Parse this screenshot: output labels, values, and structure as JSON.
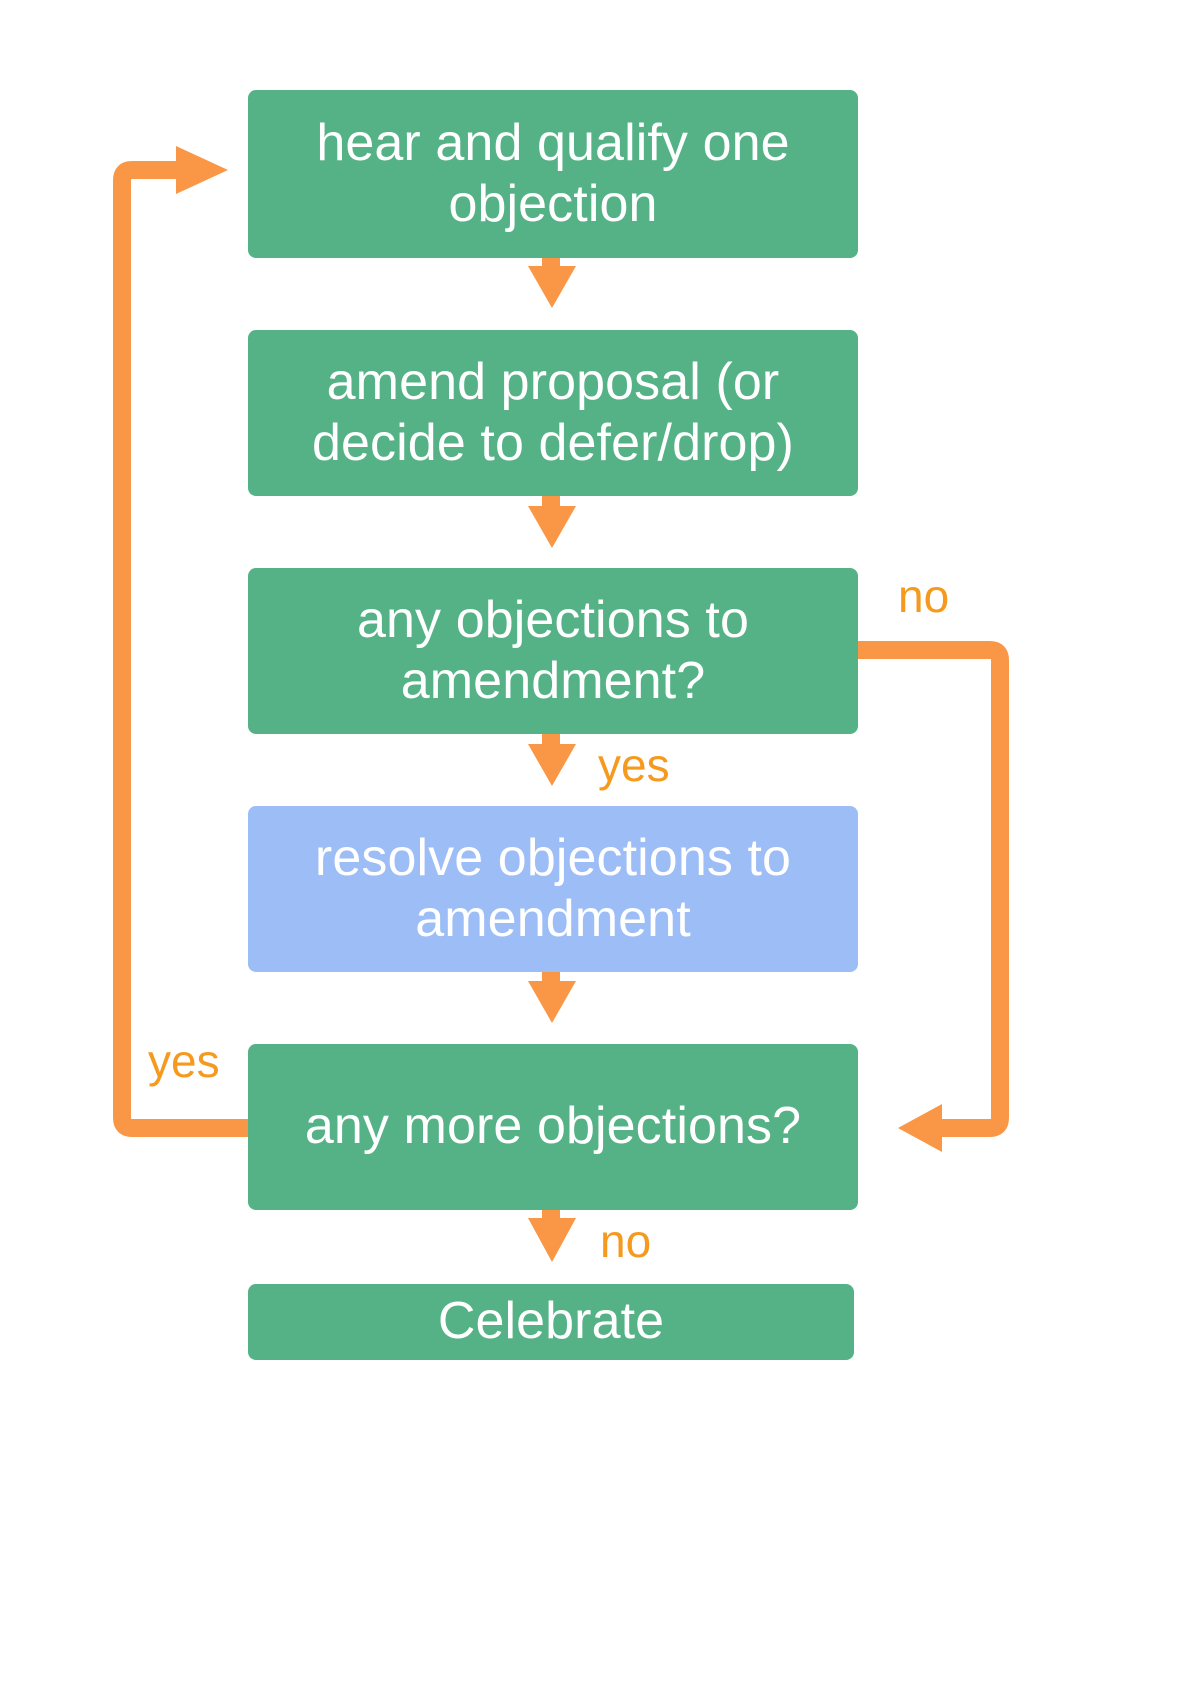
{
  "diagram": {
    "title": "objection resolution flowchart",
    "colors": {
      "node_green": "#55b286",
      "node_blue": "#9cbdf5",
      "connector": "#f99746",
      "label_text": "#f59a1e",
      "node_text": "#ffffff",
      "background": "#ffffff"
    },
    "nodes": [
      {
        "id": "hear",
        "label": "hear and qualify one objection",
        "type": "process",
        "color": "green"
      },
      {
        "id": "amend",
        "label": "amend proposal (or decide to defer/drop)",
        "type": "process",
        "color": "green"
      },
      {
        "id": "anyobj",
        "label": "any objections to amendment?",
        "type": "decision",
        "color": "green"
      },
      {
        "id": "resolve",
        "label": "resolve objections to amendment",
        "type": "process",
        "color": "blue"
      },
      {
        "id": "anymore",
        "label": "any more objections?",
        "type": "decision",
        "color": "green"
      },
      {
        "id": "celebrate",
        "label": "Celebrate",
        "type": "terminal",
        "color": "green"
      }
    ],
    "edge_labels": {
      "anyobj_no": "no",
      "anyobj_yes": "yes",
      "anymore_yes": "yes",
      "anymore_no": "no"
    },
    "edges": [
      {
        "from": "hear",
        "to": "amend",
        "label": ""
      },
      {
        "from": "amend",
        "to": "anyobj",
        "label": ""
      },
      {
        "from": "anyobj",
        "to": "resolve",
        "label": "yes"
      },
      {
        "from": "anyobj",
        "to": "anymore",
        "label": "no"
      },
      {
        "from": "resolve",
        "to": "anymore",
        "label": ""
      },
      {
        "from": "anymore",
        "to": "hear",
        "label": "yes"
      },
      {
        "from": "anymore",
        "to": "celebrate",
        "label": "no"
      }
    ]
  }
}
